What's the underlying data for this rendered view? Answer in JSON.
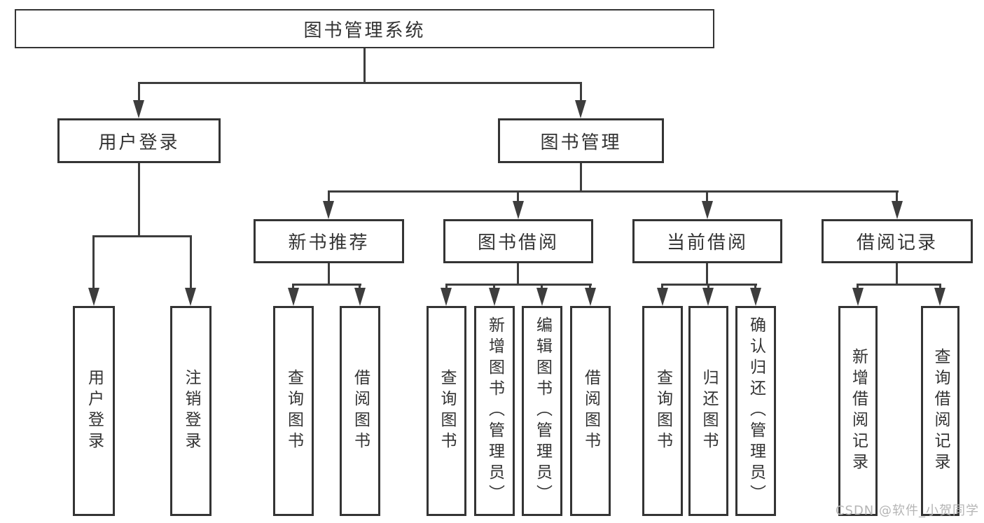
{
  "diagram": {
    "root": "图书管理系统",
    "level2": {
      "user_login": "用户登录",
      "book_management": "图书管理"
    },
    "level3": {
      "new_book_recommendation": "新书推荐",
      "book_borrowing": "图书借阅",
      "current_borrowing": "当前借阅",
      "borrowing_records": "借阅记录"
    },
    "leaves": {
      "user_login": "用户登录",
      "logout": "注销登录",
      "nb_query_books": "查询图书",
      "nb_borrow_books": "借阅图书",
      "bb_query_books": "查询图书",
      "bb_add_books_admin": "新增图书（管理员）",
      "bb_edit_books_admin": "编辑图书（管理员）",
      "bb_borrow_books": "借阅图书",
      "cb_query_books": "查询图书",
      "cb_return_books": "归还图书",
      "cb_confirm_return_admin": "确认归还（管理员）",
      "br_add_record": "新增借阅记录",
      "br_query_record": "查询借阅记录"
    }
  },
  "watermark": "CSDN @软件_小贺同学",
  "colors": {
    "line": "#3d3d3d",
    "box_border": "#343434",
    "text": "#333333",
    "watermark": "#b5b5b5",
    "background": "#ffffff"
  }
}
